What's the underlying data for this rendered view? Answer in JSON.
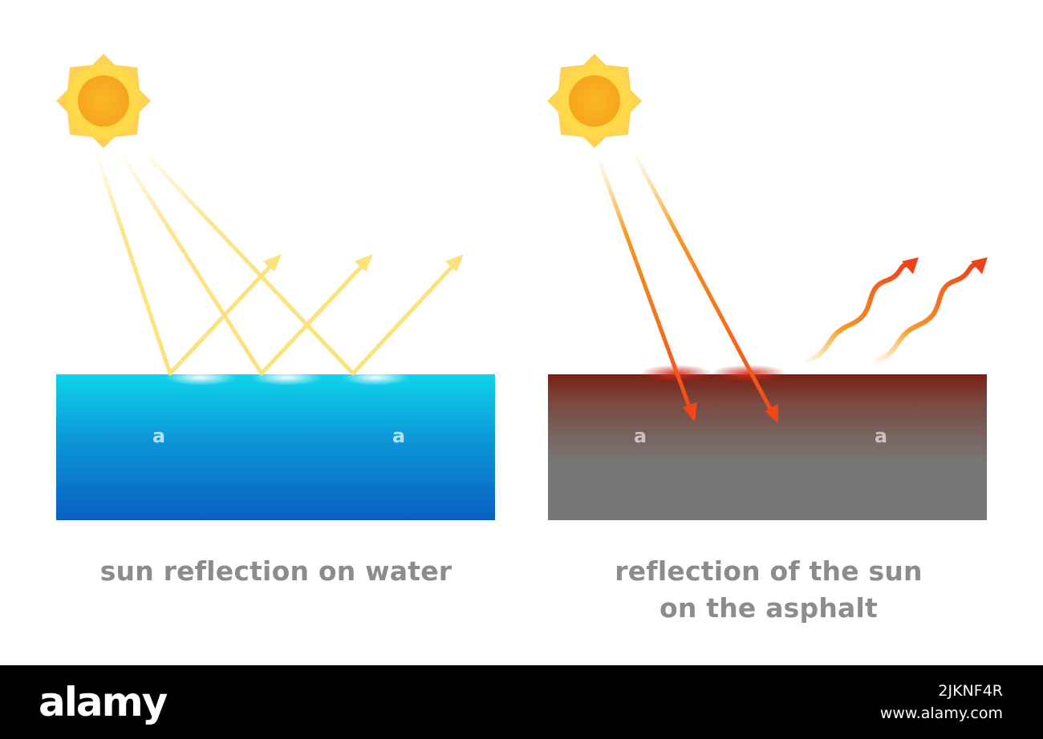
{
  "panels": {
    "water": {
      "caption": "sun reflection on water",
      "colors": {
        "top": "#0fd3ec",
        "bottom": "#0a5fc2",
        "ray": "#fce27a"
      }
    },
    "asphalt": {
      "caption_line1": "reflection of the sun",
      "caption_line2": "on the asphalt",
      "colors": {
        "top": "#7a1f12",
        "bottom": "#777777",
        "ray": "#f24a14"
      }
    }
  },
  "sun": {
    "core": "#fbb725",
    "glow": "#ffd94a"
  },
  "watermark": {
    "logo": "alamy",
    "image_id": "2JKNF4R",
    "url": "www.alamy.com",
    "mark": "a"
  }
}
